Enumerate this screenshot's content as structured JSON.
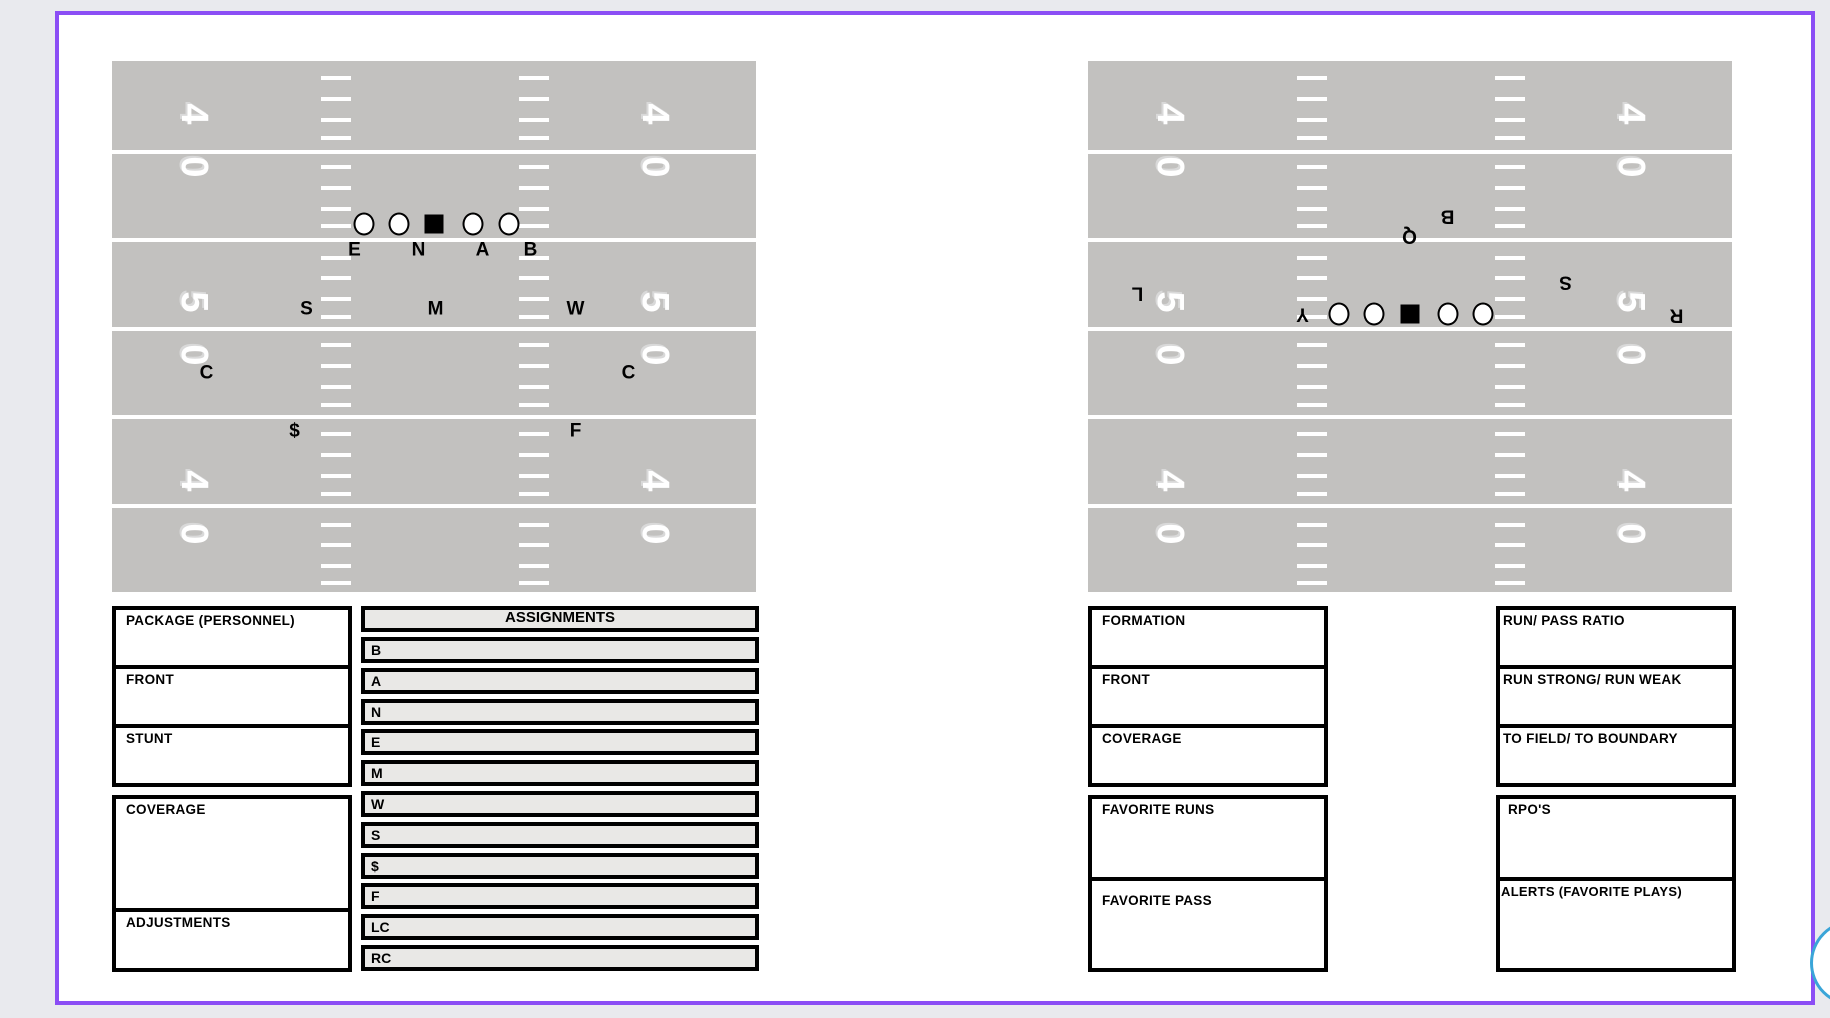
{
  "field_numbers": [
    "4",
    "0",
    "5",
    "0",
    "4",
    "0"
  ],
  "defense_diagram": {
    "labels": {
      "E": "E",
      "N": "N",
      "A": "A",
      "B": "B",
      "S": "S",
      "M": "M",
      "W": "W",
      "LC": "C",
      "RC": "C",
      "Dollar": "$",
      "F": "F"
    }
  },
  "offense_diagram": {
    "labels": {
      "B": "B",
      "Q": "Q",
      "L": "L",
      "Y": "Y",
      "S": "S",
      "R": "R"
    }
  },
  "left_form": {
    "package": "PACKAGE (PERSONNEL)",
    "front": "FRONT",
    "stunt": "STUNT",
    "coverage": "COVERAGE",
    "adjustments": "ADJUSTMENTS",
    "assignments_header": "ASSIGNMENTS",
    "assignments": [
      "B",
      "A",
      "N",
      "E",
      "M",
      "W",
      "S",
      "$",
      "F",
      "LC",
      "RC"
    ]
  },
  "right_form": {
    "formation": "FORMATION",
    "front": "FRONT",
    "coverage": "COVERAGE",
    "favorite_runs": "FAVORITE RUNS",
    "favorite_pass": "FAVORITE PASS",
    "run_pass_ratio": "RUN/ PASS RATIO",
    "run_strong_weak": "RUN STRONG/ RUN WEAK",
    "field_boundary": "TO FIELD/ TO BOUNDARY",
    "rpos": "RPO'S",
    "alerts": "ALERTS (FAVORITE PLAYS)"
  },
  "colors": {
    "frame": "#8b4ef5",
    "field": "#c2c1bf",
    "assignment_fill": "#e9e8e6"
  }
}
